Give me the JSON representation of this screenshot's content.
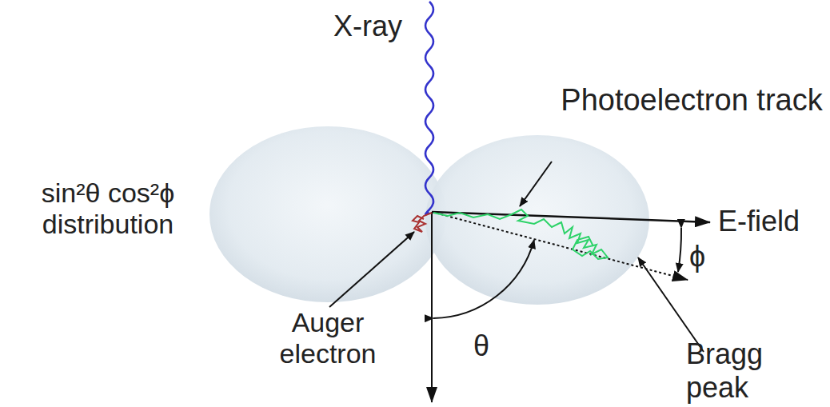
{
  "diagram": {
    "labels": [
      "X-ray",
      "Photoelectron track",
      "sin²θ cos²ϕ distribution",
      "E-field",
      "ϕ",
      "Auger electron",
      "θ",
      "Bragg peak"
    ]
  }
}
